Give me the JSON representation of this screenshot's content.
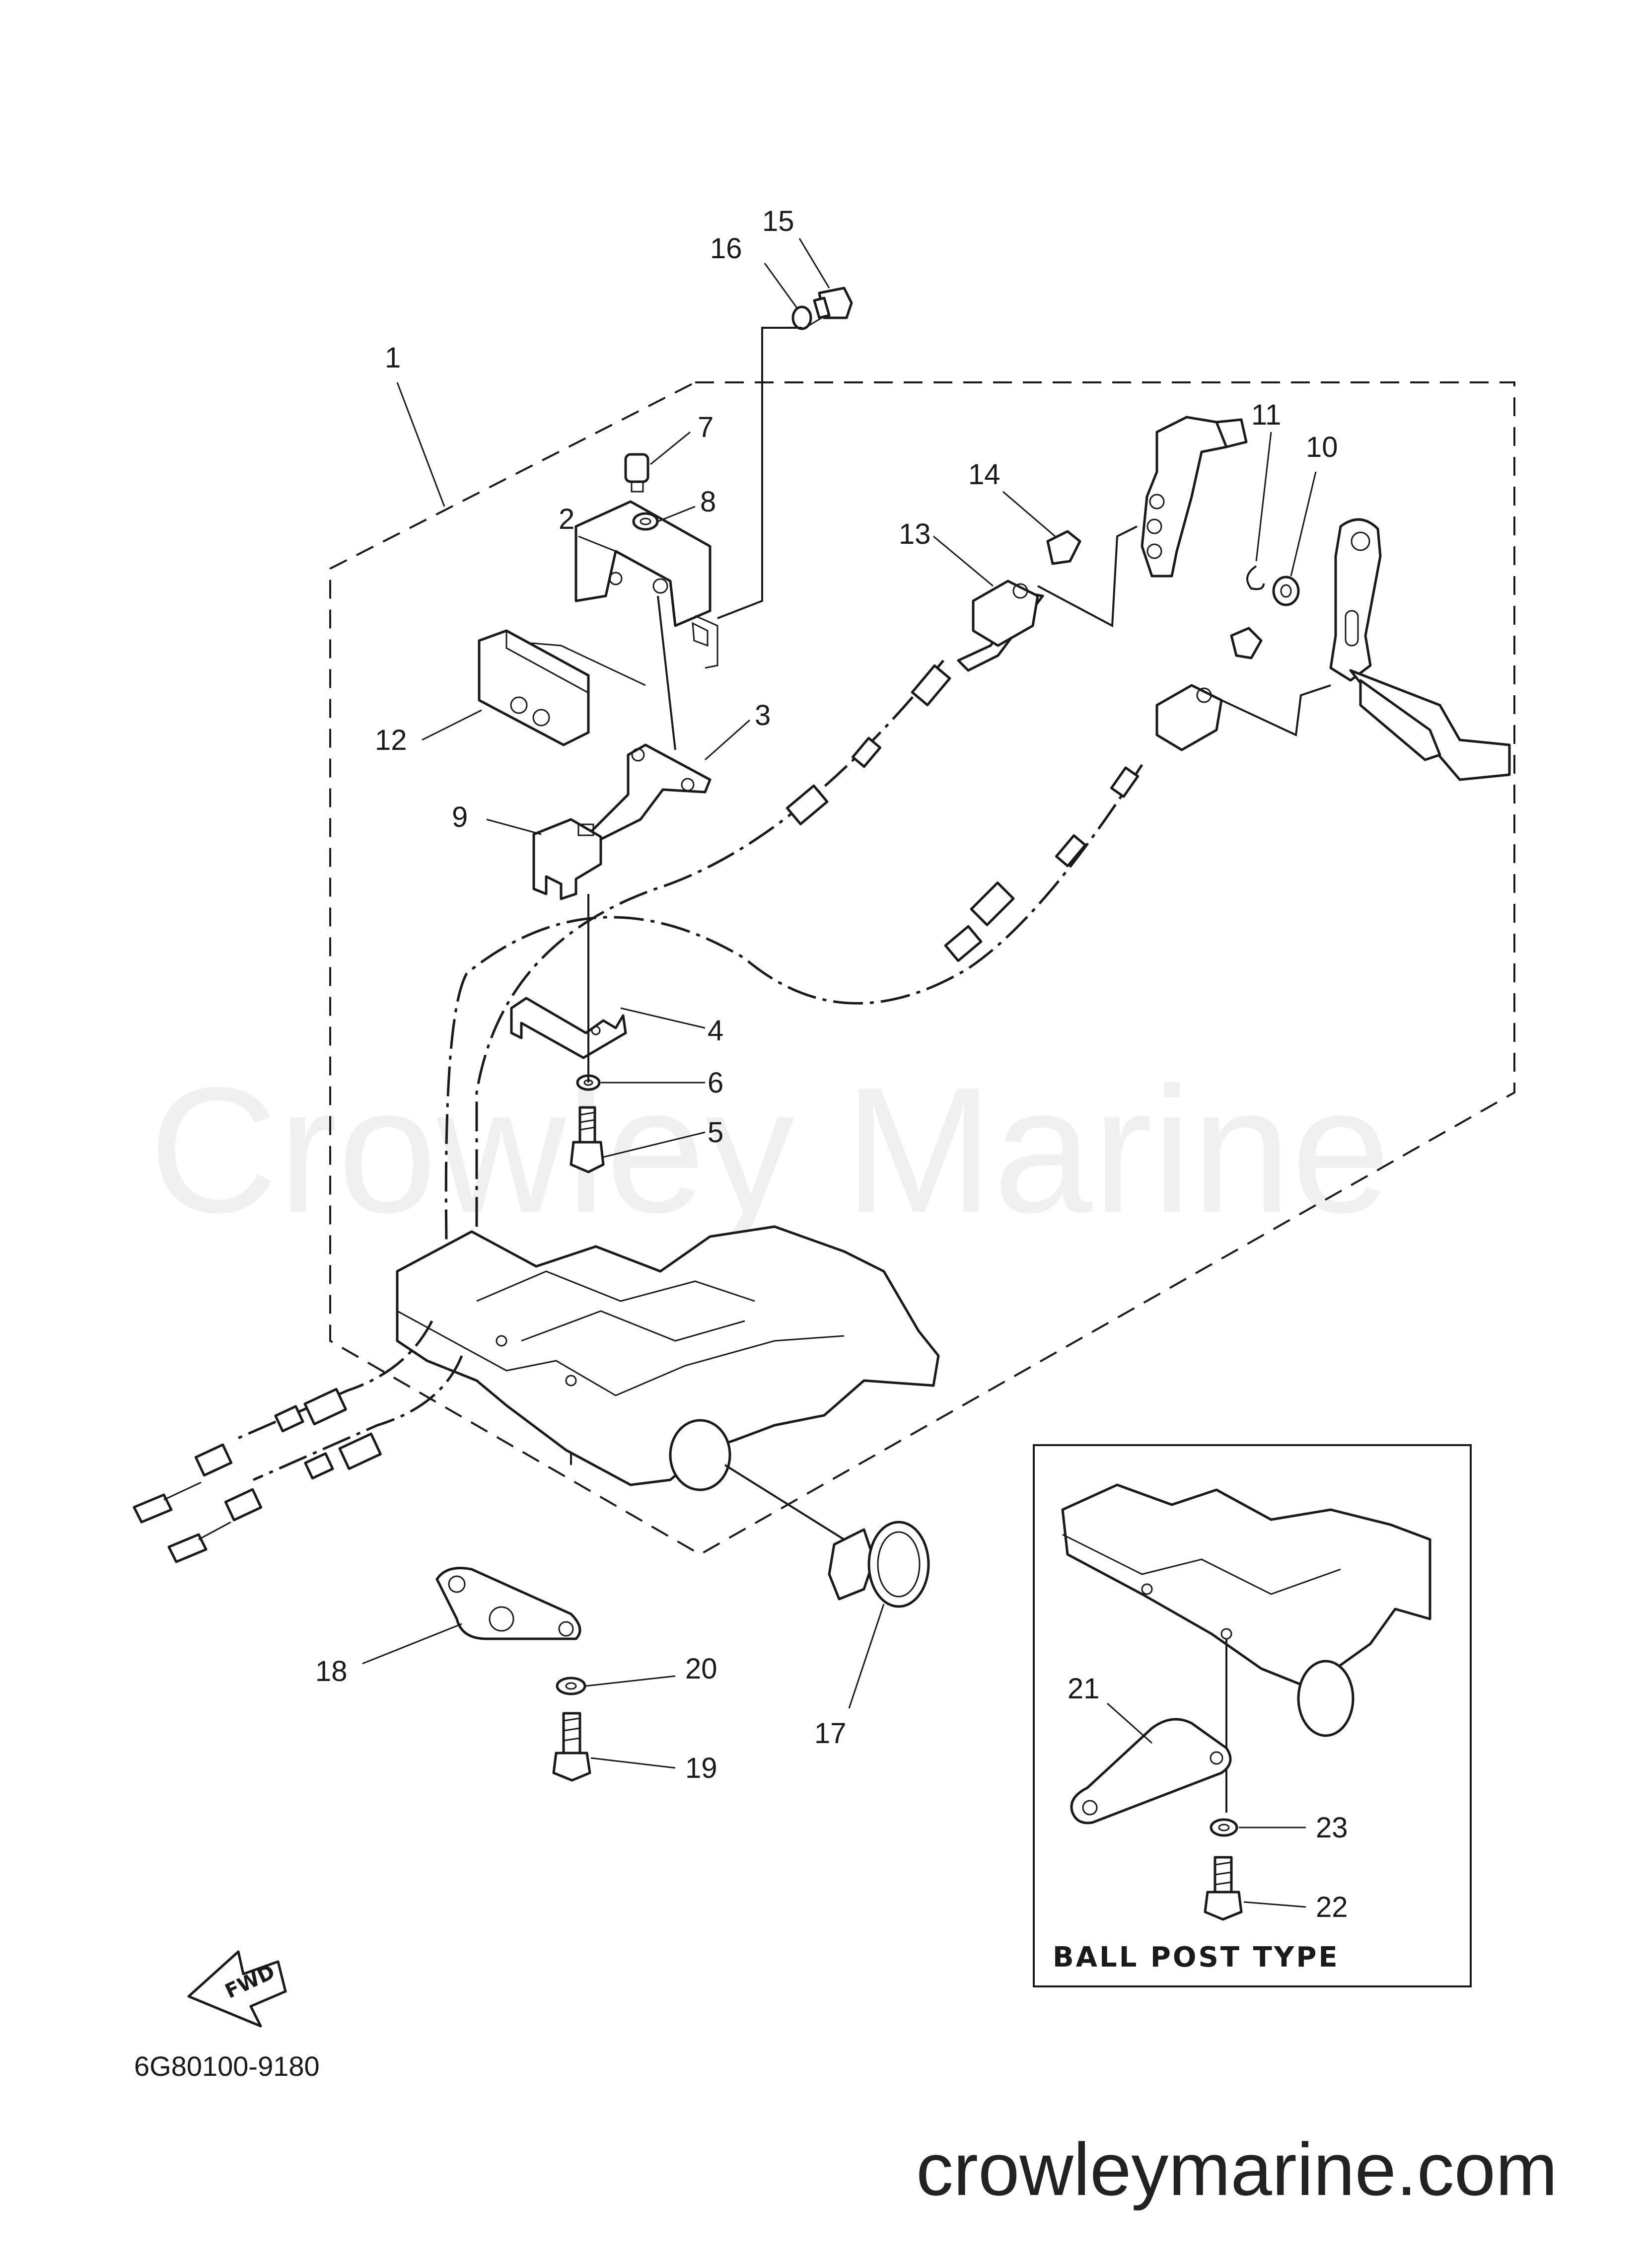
{
  "watermark": "Crowley Marine",
  "website": "crowleymarine.com",
  "diagram_code": "6G80100-9180",
  "inset_label": "BALL POST TYPE",
  "fwd_label": "FWD",
  "callouts": {
    "n1": "1",
    "n2": "2",
    "n3": "3",
    "n4": "4",
    "n5": "5",
    "n6": "6",
    "n7": "7",
    "n8": "8",
    "n9": "9",
    "n10": "10",
    "n11": "11",
    "n12": "12",
    "n13": "13",
    "n14": "14",
    "n15": "15",
    "n16": "16",
    "n17": "17",
    "n18": "18",
    "n19": "19",
    "n20": "20",
    "n21": "21",
    "n22": "22",
    "n23": "23"
  }
}
